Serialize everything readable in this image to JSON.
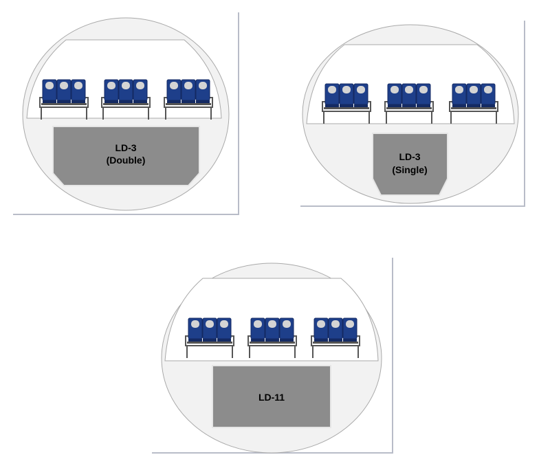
{
  "figures": [
    {
      "id": "fig-ld3-double",
      "container_label_lines": [
        "LD-3",
        "(Double)"
      ],
      "container_type": "LD-3 double",
      "seat_rows": [
        3,
        3,
        3
      ]
    },
    {
      "id": "fig-ld3-single",
      "container_label_lines": [
        "LD-3",
        "(Single)"
      ],
      "container_type": "LD-3 single",
      "seat_rows": [
        3,
        3,
        3
      ]
    },
    {
      "id": "fig-ld11",
      "container_label_lines": [
        "LD-11"
      ],
      "container_type": "LD-11",
      "seat_rows": [
        3,
        3,
        3
      ]
    }
  ],
  "colors": {
    "background": "#ffffff",
    "fuselage_fill": "#f2f2f2",
    "fuselage_stroke": "#a9a9a9",
    "floor_fill": "#ffffff",
    "seat_blue": "#1e3f8a",
    "seat_blue_dark": "#142a63",
    "headrest": "#d4d4d4",
    "seat_frame": "#555555",
    "container_fill": "#8c8c8c",
    "container_stroke": "#e6e6e6",
    "label_text": "#000000",
    "panel_shadow": "#b8bcc8"
  }
}
